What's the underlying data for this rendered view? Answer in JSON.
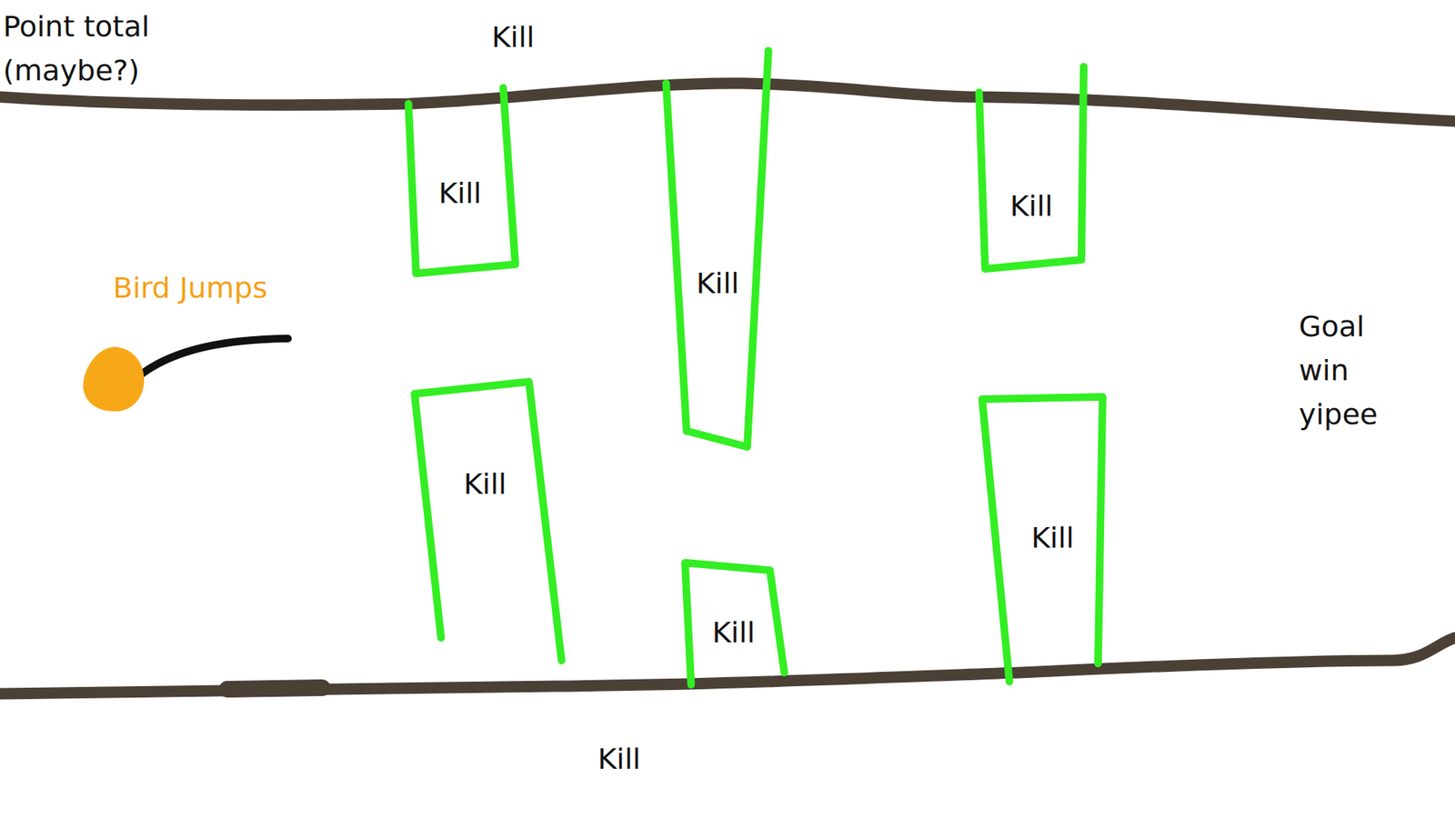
{
  "diagram": {
    "nodes": [
      {
        "text": [
          "Kill"
        ]
      },
      {
        "text": [
          "Kill"
        ]
      },
      {
        "text": [
          "Kill"
        ]
      },
      {
        "text": [
          "Kill"
        ]
      },
      {
        "text": [
          "Kill"
        ]
      },
      {
        "text": [
          "Kill"
        ]
      }
    ],
    "labels": [
      "Point total (maybe?)",
      "Kill",
      "Bird Jumps",
      "Goal win yipee",
      "Kill"
    ]
  }
}
